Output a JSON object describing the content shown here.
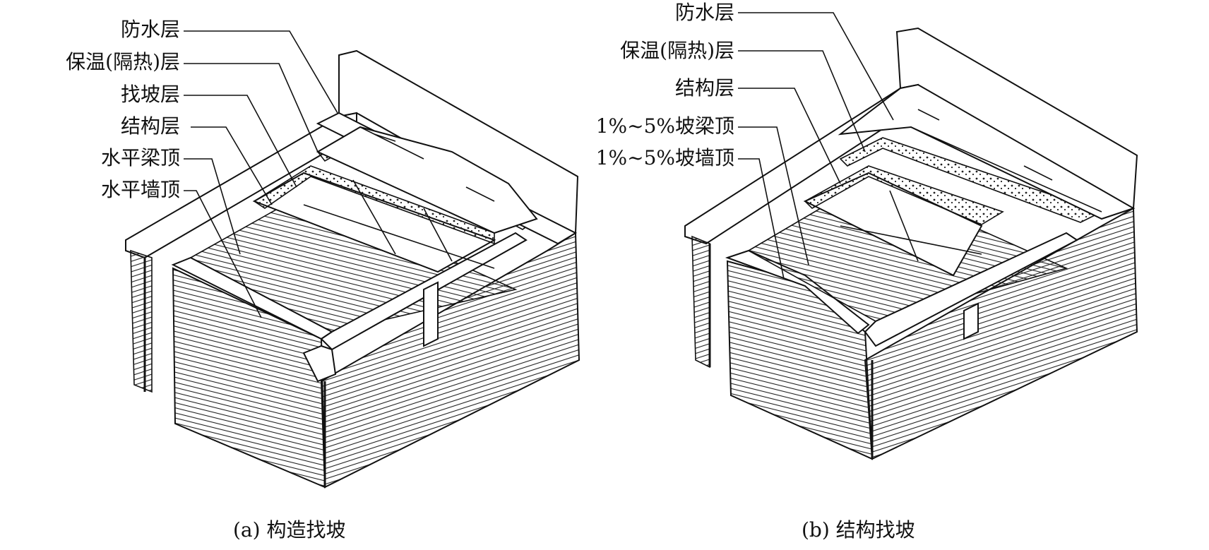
{
  "diagram_a": {
    "labels": [
      "防水层",
      "保温(隔热)层",
      "找坡层",
      "结构层",
      "水平梁顶",
      "水平墙顶"
    ],
    "caption": "(a) 构造找坡"
  },
  "diagram_b": {
    "labels": [
      "防水层",
      "保温(隔热)层",
      "结构层",
      "1%~5%坡梁顶",
      "1%~5%坡墙顶"
    ],
    "caption": "(b) 结构找坡"
  }
}
